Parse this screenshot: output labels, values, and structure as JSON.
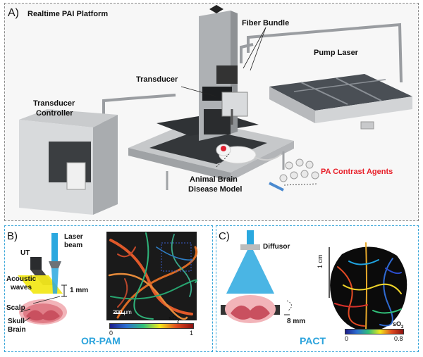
{
  "panel_a": {
    "letter": "A)",
    "title": "Realtime PAI Platform",
    "labels": {
      "fiber_bundle": "Fiber Bundle",
      "pump_laser": "Pump Laser",
      "transducer": "Transducer",
      "transducer_controller_1": "Transducer",
      "transducer_controller_2": "Controller",
      "pa_contrast_agents": "PA Contrast Agents",
      "animal_model_1": "Animal Brain",
      "animal_model_2": "Disease Model"
    },
    "colors": {
      "contrast_agents": "#e8202a"
    }
  },
  "panel_b": {
    "letter": "B)",
    "labels": {
      "ut": "UT",
      "laser_1": "Laser",
      "laser_2": "beam",
      "acoustic_1": "Acoustic",
      "acoustic_2": "waves",
      "depth": "1 mm",
      "scalp": "Scalp",
      "skull": "Skull",
      "brain": "Brain",
      "scale_bar": "200 μm",
      "so2": "sO",
      "so2_sub": "2",
      "cb_min": "0",
      "cb_max": "1",
      "mode": "OR-PAM"
    }
  },
  "panel_c": {
    "letter": "C)",
    "labels": {
      "diffusor": "Diffusor",
      "depth": "8 mm",
      "scale": "1 cm",
      "so2": "sO",
      "so2_sub": "2",
      "cb_min": "0",
      "cb_max": "0.8",
      "mode": "PACT"
    }
  },
  "colors": {
    "mode_label": "#2ba3dc",
    "panel_border": "#39a6d9",
    "laser_beam": "#2aa8df"
  }
}
